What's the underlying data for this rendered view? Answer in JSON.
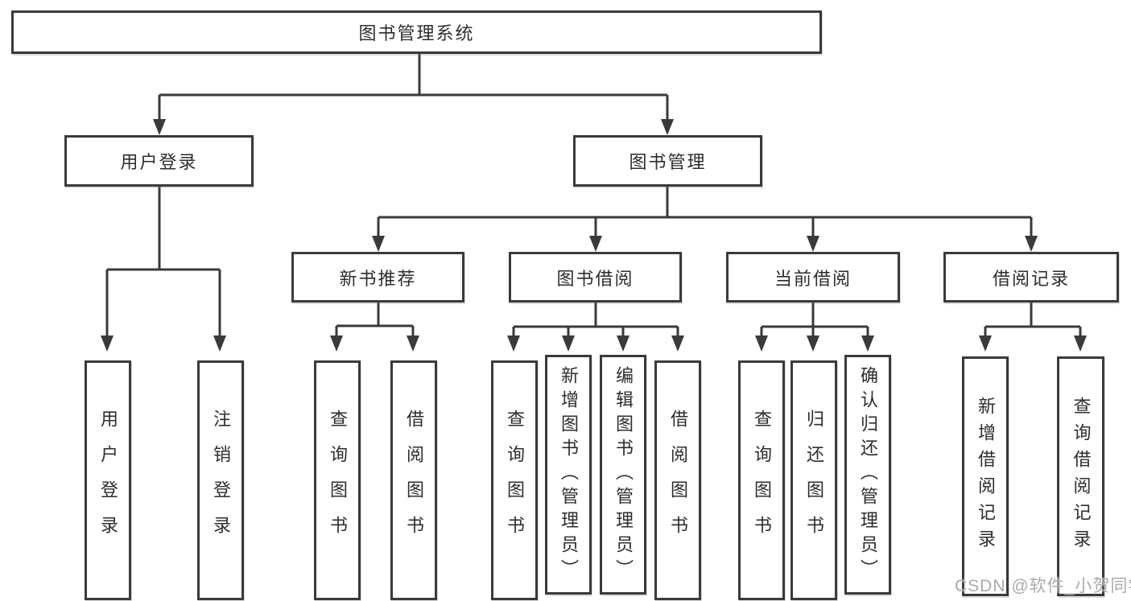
{
  "diagram": {
    "root": "图书管理系统",
    "login": {
      "label": "用户登录",
      "children": [
        "用户登录",
        "注销登录"
      ]
    },
    "mgmt": {
      "label": "图书管理",
      "sections": [
        {
          "label": "新书推荐",
          "children": [
            "查询图书",
            "借阅图书"
          ]
        },
        {
          "label": "图书借阅",
          "children": [
            "查询图书",
            "新增图书（管理员）",
            "编辑图书（管理员）",
            "借阅图书"
          ]
        },
        {
          "label": "当前借阅",
          "children": [
            "查询图书",
            "归还图书",
            "确认归还（管理员）"
          ]
        },
        {
          "label": "借阅记录",
          "children": [
            "新增借阅记录",
            "查询借阅记录"
          ]
        }
      ]
    },
    "watermark": "CSDN @软件_小贺同学",
    "colors": {
      "line": "#3a3a3a",
      "box_border": "#3a3a3a",
      "text": "#2d2d2d",
      "watermark": "#a5a5a5",
      "background": "#ffffff"
    }
  }
}
